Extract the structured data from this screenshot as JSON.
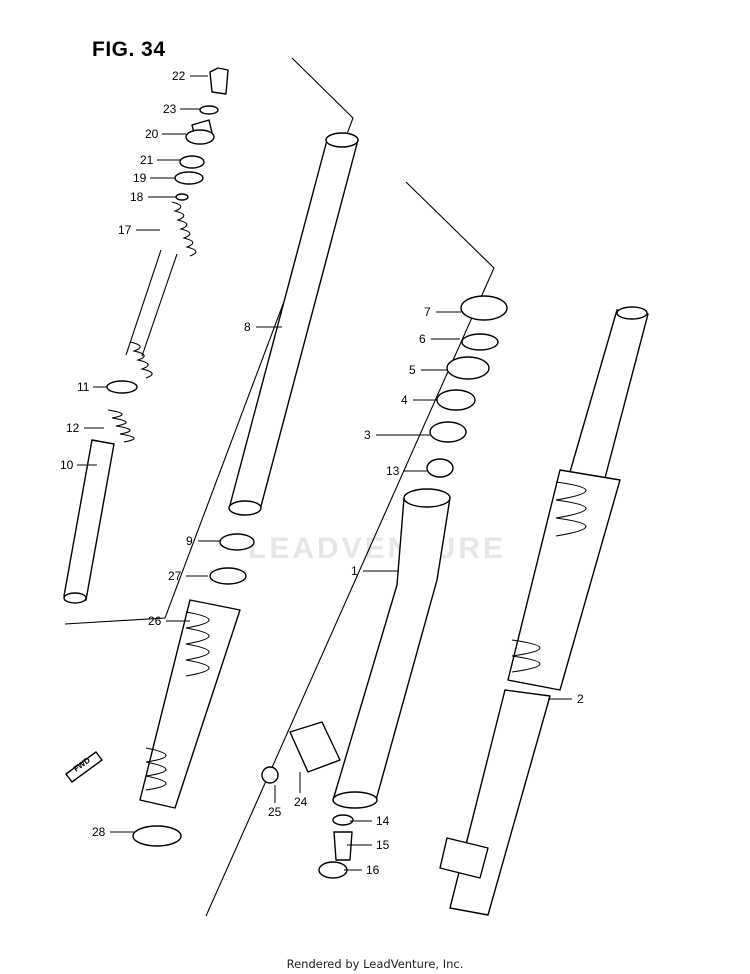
{
  "figure": {
    "title": "FIG. 34",
    "footer": "Rendered by LeadVenture, Inc.",
    "watermark": "LEADVENTURE",
    "fwd_marker": "FWD"
  },
  "callouts": [
    {
      "id": "22",
      "label": "22"
    },
    {
      "id": "23",
      "label": "23"
    },
    {
      "id": "20",
      "label": "20"
    },
    {
      "id": "21",
      "label": "21"
    },
    {
      "id": "19",
      "label": "19"
    },
    {
      "id": "18",
      "label": "18"
    },
    {
      "id": "17",
      "label": "17"
    },
    {
      "id": "11",
      "label": "11"
    },
    {
      "id": "12",
      "label": "12"
    },
    {
      "id": "10",
      "label": "10"
    },
    {
      "id": "8",
      "label": "8"
    },
    {
      "id": "9",
      "label": "9"
    },
    {
      "id": "27",
      "label": "27"
    },
    {
      "id": "26",
      "label": "26"
    },
    {
      "id": "28",
      "label": "28"
    },
    {
      "id": "7",
      "label": "7"
    },
    {
      "id": "6",
      "label": "6"
    },
    {
      "id": "5",
      "label": "5"
    },
    {
      "id": "4",
      "label": "4"
    },
    {
      "id": "3",
      "label": "3"
    },
    {
      "id": "13",
      "label": "13"
    },
    {
      "id": "1",
      "label": "1"
    },
    {
      "id": "2",
      "label": "2"
    },
    {
      "id": "24",
      "label": "24"
    },
    {
      "id": "25",
      "label": "25"
    },
    {
      "id": "14",
      "label": "14"
    },
    {
      "id": "15",
      "label": "15"
    },
    {
      "id": "16",
      "label": "16"
    }
  ]
}
